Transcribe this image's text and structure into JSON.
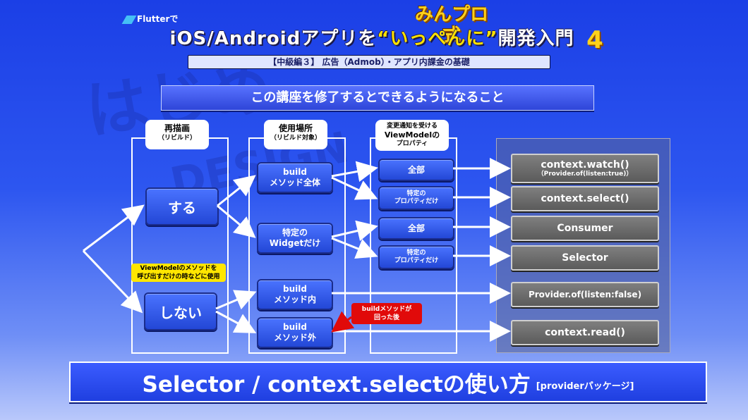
{
  "header": {
    "brand": "みんプロ式",
    "flutter_badge": "Flutterで",
    "title_part1": "iOS/Androidアプリを",
    "title_accent": "“いっぺんに”",
    "title_part2": "開発入門",
    "brand_number": "4",
    "subtitle": "【中級編３】 広告（Admob）・アプリ内課金の基礎"
  },
  "banner": "この講座を修了するとできるようになること",
  "columns": {
    "redraw": {
      "title": "再描画",
      "sub": "（リビルド）"
    },
    "location": {
      "title": "使用場所",
      "sub": "（リビルド対象）"
    },
    "property": {
      "line1": "変更通知を受ける",
      "line2": "ViewModelの",
      "line3": "プロパティ"
    }
  },
  "redraw_buttons": {
    "yes": "する",
    "no": "しない"
  },
  "location_buttons": {
    "build_all": {
      "l1": "build",
      "l2": "メソッド全体"
    },
    "widget": {
      "l1": "特定の",
      "l2": "Widgetだけ"
    },
    "build_in": {
      "l1": "build",
      "l2": "メソッド内"
    },
    "build_out": {
      "l1": "build",
      "l2": "メソッド外"
    }
  },
  "property_buttons": {
    "all_1": "全部",
    "specific_1": {
      "l1": "特定の",
      "l2": "プロパティだけ"
    },
    "all_2": "全部",
    "specific_2": {
      "l1": "特定の",
      "l2": "プロパティだけ"
    }
  },
  "results": {
    "watch": {
      "main": "context.watch()",
      "sub": "（Provider.of(listen:true)）"
    },
    "select": "context.select()",
    "consumer": "Consumer",
    "selector": "Selector",
    "provider_false": "Provider.of(listen:false)",
    "read": "context.read()"
  },
  "notes": {
    "yellow": {
      "l1": "ViewModelのメソッドを",
      "l2": "呼び出すだけの時などに使用"
    },
    "red": {
      "l1": "buildメソッドが",
      "l2": "回った後"
    }
  },
  "footer": {
    "title": "Selector / context.selectの使い方",
    "sub": "[providerパッケージ]"
  },
  "colors": {
    "accent_yellow": "#ffe600",
    "note_red": "#e10a0a",
    "button_blue": "#2347d6",
    "result_gray": "#5b5b5b"
  }
}
